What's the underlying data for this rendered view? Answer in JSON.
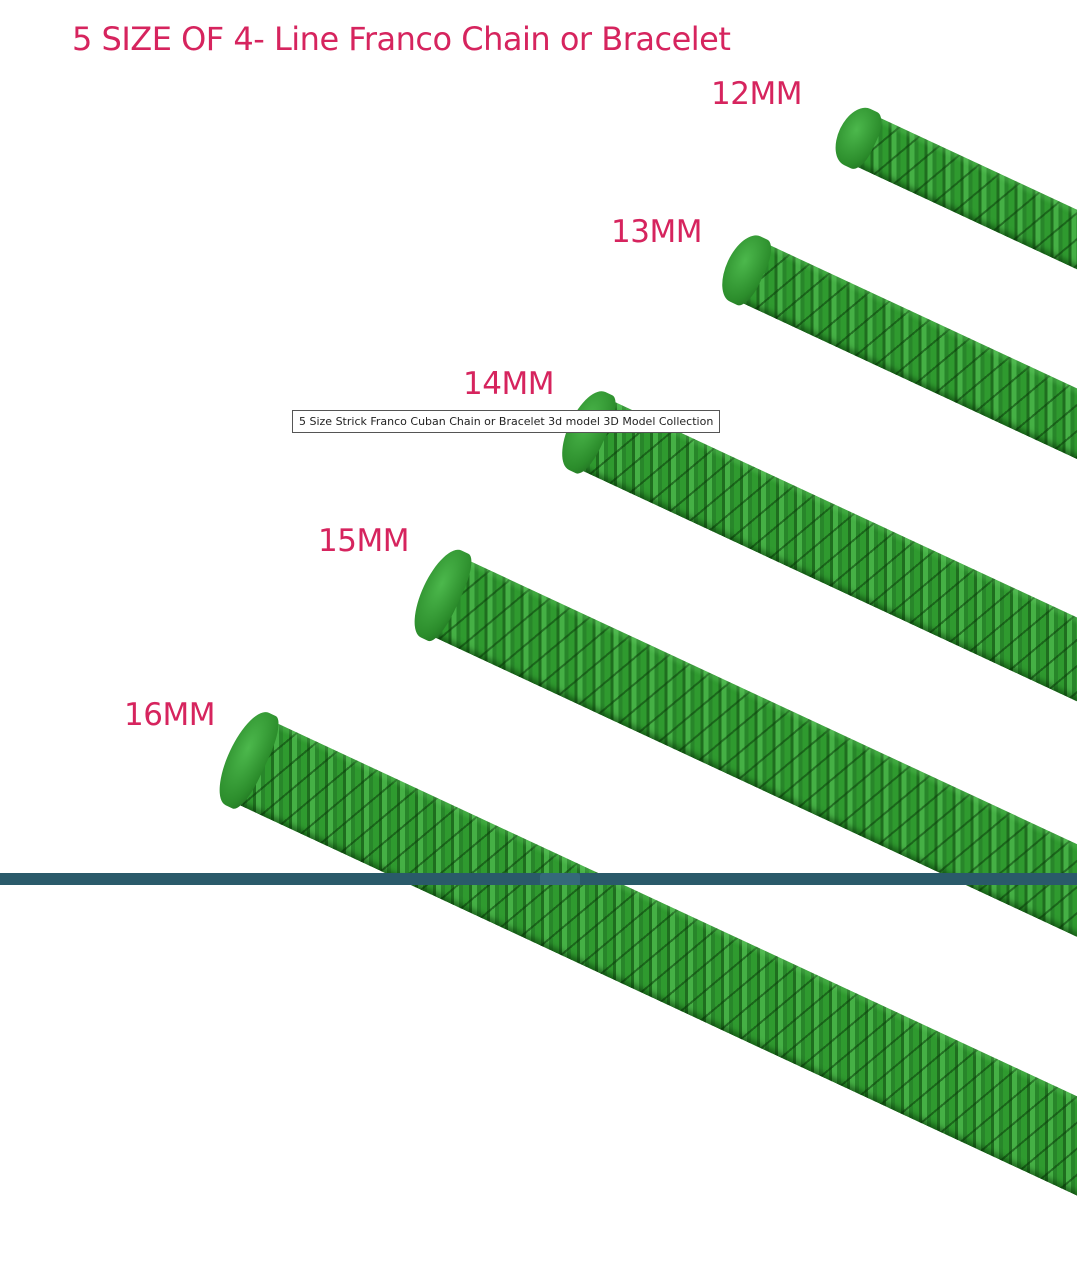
{
  "title": "5 SIZE OF 4- Line Franco Chain or Bracelet",
  "sizes": [
    {
      "label": "12MM"
    },
    {
      "label": "13MM"
    },
    {
      "label": "14MM"
    },
    {
      "label": "15MM"
    },
    {
      "label": "16MM"
    }
  ],
  "tooltip": "5 Size Strick Franco Cuban Chain or Bracelet 3d model  3D Model Collection",
  "colors": {
    "accent": "#d6245e",
    "chain": "#2f9a2f",
    "bar": "#2a5a6a"
  }
}
